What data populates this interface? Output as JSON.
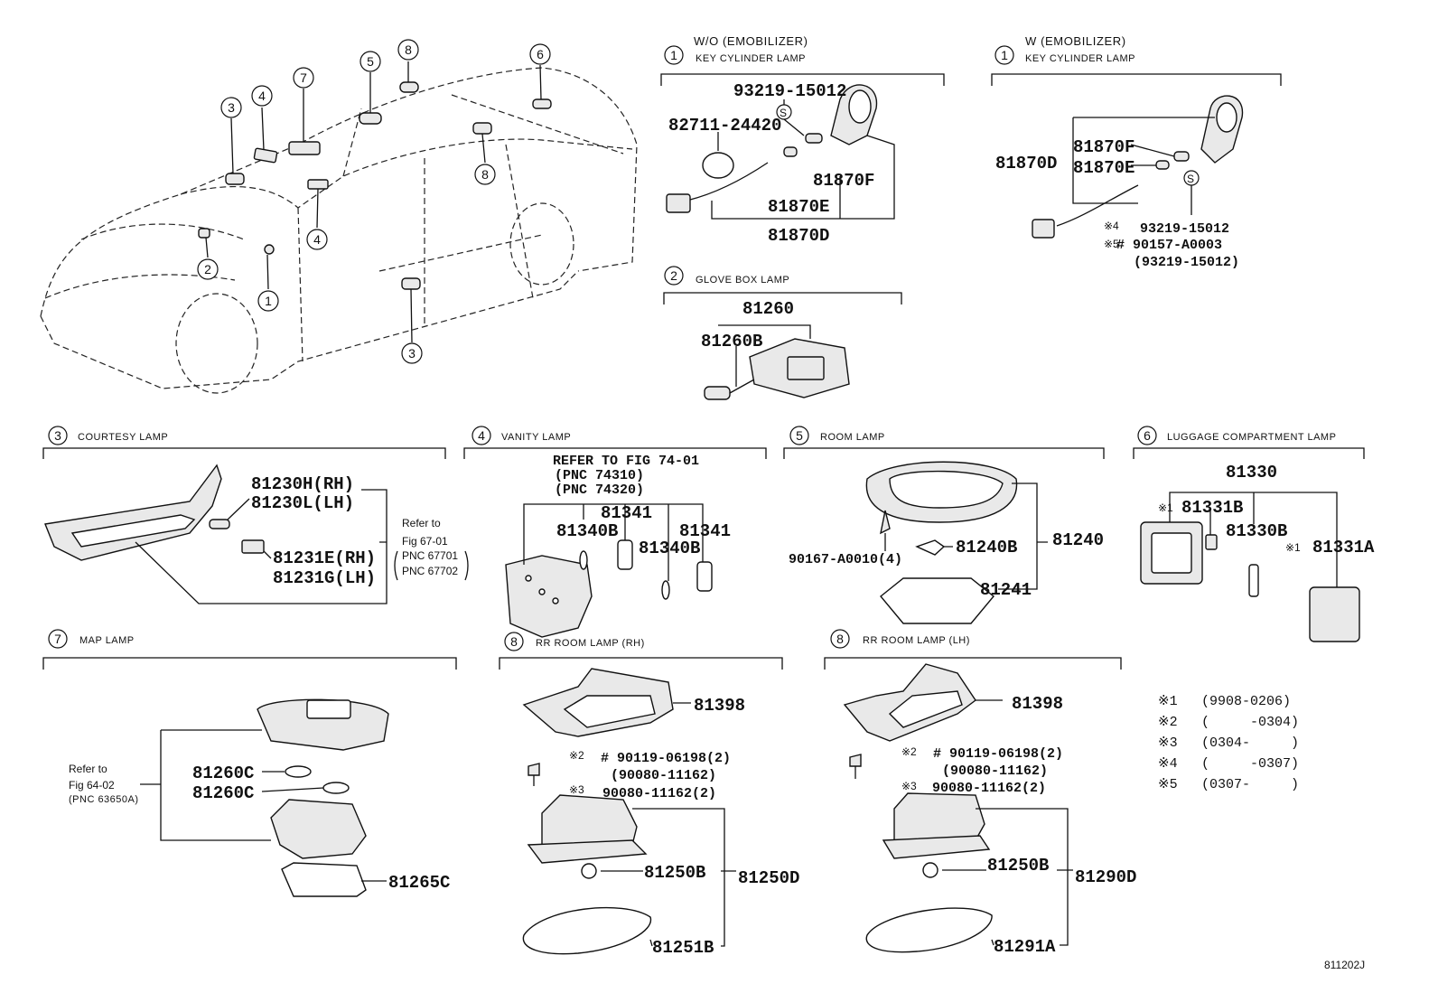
{
  "sections": {
    "key_wo": {
      "num": "1",
      "title": "W/O (EMOBILIZER)",
      "subtitle": "KEY CYLINDER LAMP",
      "parts": [
        "93219-15012",
        "82711-24420",
        "81870F",
        "81870E",
        "81870D"
      ]
    },
    "key_w": {
      "num": "1",
      "title": "W (EMOBILIZER)",
      "subtitle": "KEY CYLINDER LAMP",
      "parts": [
        "81870F",
        "81870D",
        "81870E",
        "93219-15012",
        "# 90157-A0003",
        "(93219-15012)"
      ],
      "marks": [
        "※4",
        "※5"
      ]
    },
    "glove": {
      "num": "2",
      "title": "GLOVE BOX LAMP",
      "parts": [
        "81260",
        "81260B"
      ]
    },
    "courtesy": {
      "num": "3",
      "title": "COURTESY LAMP",
      "parts": [
        "81230H(RH)",
        "81230L(LH)",
        "81231E(RH)",
        "81231G(LH)"
      ],
      "ref": [
        "Refer to",
        "Fig 67-01",
        "PNC 67701",
        "PNC 67702"
      ]
    },
    "vanity": {
      "num": "4",
      "title": "VANITY LAMP",
      "ref": [
        "REFER TO FIG 74-01",
        "(PNC 74310)",
        "(PNC 74320)"
      ],
      "parts": [
        "81341",
        "81340B",
        "81341",
        "81340B"
      ]
    },
    "room": {
      "num": "5",
      "title": "ROOM LAMP",
      "parts": [
        "90167-A0010(4)",
        "81240B",
        "81240",
        "81241"
      ]
    },
    "luggage": {
      "num": "6",
      "title": "LUGGAGE COMPARTMENT LAMP",
      "parts": [
        "81330",
        "81331B",
        "81330B",
        "81331A"
      ],
      "marks": [
        "※1",
        "※1"
      ]
    },
    "map": {
      "num": "7",
      "title": "MAP LAMP",
      "parts": [
        "81260C",
        "81260C",
        "81265C"
      ],
      "ref": [
        "Refer to",
        "Fig 64-02",
        "(PNC 63650A)"
      ]
    },
    "rr_rh": {
      "num": "8",
      "title": "RR ROOM LAMP (RH)",
      "parts": [
        "81398",
        "# 90119-06198(2)",
        "(90080-11162)",
        "90080-11162(2)",
        "81250B",
        "81250D",
        "81251B"
      ],
      "marks": [
        "※2",
        "※3"
      ]
    },
    "rr_lh": {
      "num": "8",
      "title": "RR ROOM LAMP (LH)",
      "parts": [
        "81398",
        "# 90119-06198(2)",
        "(90080-11162)",
        "90080-11162(2)",
        "81250B",
        "81290D",
        "81291A"
      ],
      "marks": [
        "※2",
        "※3"
      ]
    }
  },
  "car_callouts": [
    "3",
    "4",
    "7",
    "5",
    "8",
    "6",
    "2",
    "1",
    "4",
    "8",
    "3"
  ],
  "legend": [
    {
      "mark": "※1",
      "range": "(9908-0206)"
    },
    {
      "mark": "※2",
      "range": "(     -0304)"
    },
    {
      "mark": "※3",
      "range": "(0304-     )"
    },
    {
      "mark": "※4",
      "range": "(     -0307)"
    },
    {
      "mark": "※5",
      "range": "(0307-     )"
    }
  ],
  "figure_id": "811202J"
}
